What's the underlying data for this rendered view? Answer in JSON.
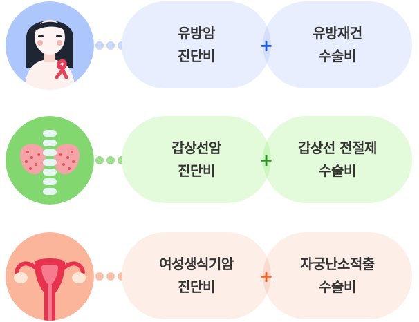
{
  "rows": [
    {
      "theme": "blue",
      "colors": {
        "circle": "#adc6fb",
        "dot": "#c8d8fb",
        "pill": "#e8eefd",
        "overlap": "#d4e0fb",
        "plus": "#1e5be8"
      },
      "icon": "woman-pink-ribbon-icon",
      "left_lines": [
        "유방암",
        "진단비"
      ],
      "plus": "+",
      "right_lines": [
        "유방재건",
        "수술비"
      ]
    },
    {
      "theme": "green",
      "colors": {
        "circle": "#82d86f",
        "dot": "#9ee08e",
        "pill": "#e4fbdb",
        "overlap": "#c9f7bc",
        "plus": "#2f8f2a"
      },
      "icon": "thyroid-icon",
      "left_lines": [
        "갑상선암",
        "진단비"
      ],
      "plus": "+",
      "right_lines": [
        "갑상선 전절제",
        "수술비"
      ]
    },
    {
      "theme": "orange",
      "colors": {
        "circle": "#fbb59a",
        "dot": "#fbc3ae",
        "pill": "#fdeee8",
        "overlap": "#fbdbd0",
        "plus": "#ef6420"
      },
      "icon": "uterus-icon",
      "left_lines": [
        "여성생식기암",
        "진단비"
      ],
      "plus": "+",
      "right_lines": [
        "자궁난소적출",
        "수술비"
      ]
    }
  ]
}
